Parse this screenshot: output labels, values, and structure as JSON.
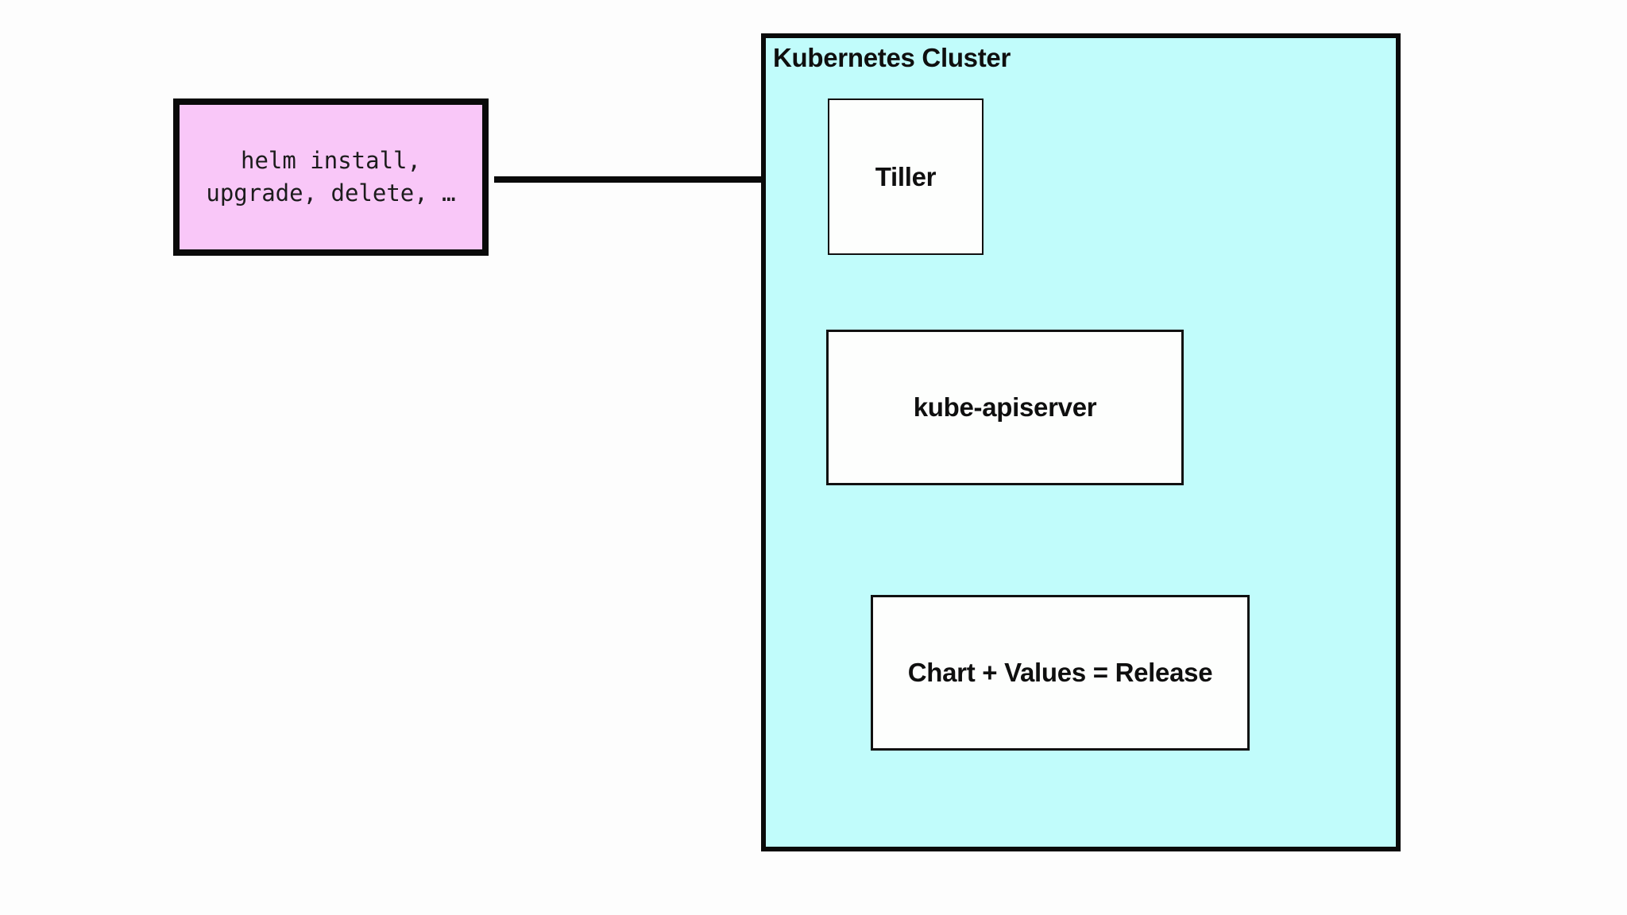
{
  "diagram": {
    "type": "flowchart",
    "background_color": "#fdfdfd",
    "arrow_color": "#0a0a0a",
    "helm_box": {
      "line1": "helm install,",
      "line2": "upgrade, delete, …",
      "fill": "#f9c7f8",
      "border_color": "#0a0a0a"
    },
    "cluster": {
      "label": "Kubernetes Cluster",
      "fill": "#c1fcfb",
      "border_color": "#0a0a0a",
      "nodes": [
        {
          "id": "tiller",
          "label": "Tiller",
          "fill": "#fdfefd"
        },
        {
          "id": "kube-apiserver",
          "label": "kube-apiserver",
          "fill": "#fdfefd"
        },
        {
          "id": "release",
          "label": "Chart + Values = Release",
          "fill": "#fdfefd"
        }
      ]
    },
    "edges": [
      {
        "from": "helm-commands",
        "to": "tiller",
        "style": "solid-arrow"
      },
      {
        "from": "tiller",
        "to": "kube-apiserver",
        "style": "solid-arrow"
      },
      {
        "from": "kube-apiserver",
        "to": "release",
        "style": "solid-arrow"
      }
    ]
  }
}
